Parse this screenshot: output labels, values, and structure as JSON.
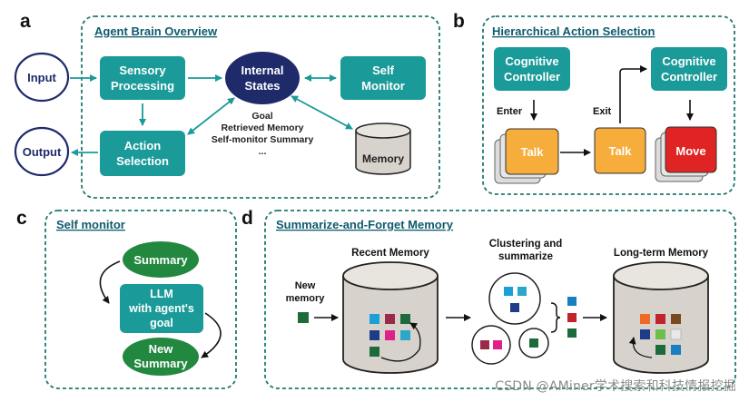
{
  "panels": {
    "a": {
      "letter": "a",
      "title": "Agent Brain Overview",
      "input": "Input",
      "output": "Output",
      "sensory": [
        "Sensory",
        "Processing"
      ],
      "action": [
        "Action",
        "Selection"
      ],
      "internal": [
        "Internal",
        "States"
      ],
      "self_monitor": [
        "Self",
        "Monitor"
      ],
      "memory": "Memory",
      "state_items": [
        "Goal",
        "Retrieved Memory",
        "Self-monitor Summary",
        "..."
      ]
    },
    "b": {
      "letter": "b",
      "title": "Hierarchical Action Selection",
      "controller_left": [
        "Cognitive",
        "Controller"
      ],
      "controller_right": [
        "Cognitive",
        "Controller"
      ],
      "enter": "Enter",
      "exit": "Exit",
      "talk_stack": "Talk",
      "talk_single": "Talk",
      "move": "Move"
    },
    "c": {
      "letter": "c",
      "title": "Self monitor",
      "summary": "Summary",
      "llm": [
        "LLM",
        "with agent's",
        "goal"
      ],
      "new_summary": [
        "New",
        "Summary"
      ]
    },
    "d": {
      "letter": "d",
      "title": "Summarize-and-Forget Memory",
      "new_memory": [
        "New",
        "memory"
      ],
      "recent": "Recent Memory",
      "clustering": [
        "Clustering and",
        "summarize"
      ],
      "longterm": "Long-term Memory"
    }
  },
  "watermark": "CSDN @AMiner学术搜索和科技情报挖掘",
  "colors": {
    "teal": "#1a9a98",
    "navy": "#1f2a6b",
    "dark_teal_text": "#0e5a6e",
    "border": "#1e7a6e",
    "green": "#23883f",
    "orange": "#f6ad3c",
    "red": "#e02424",
    "cylinder": "#d7d2cb"
  }
}
